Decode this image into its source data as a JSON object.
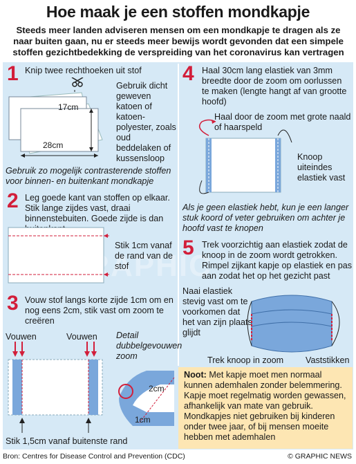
{
  "title": "Hoe maak je een stoffen mondkapje",
  "intro": "Steeds meer landen adviseren mensen om een mondkapje te dragen als ze naar buiten gaan, nu er steeds meer bewijs wordt gevonden dat een simpele stoffen gezichtbedekking de verspreiding van het coronavirus kan vertragen",
  "step1": {
    "num": "1",
    "text": "Knip twee rechthoeken uit stof",
    "dim_h": "17cm",
    "dim_w": "28cm",
    "side": "Gebruik dicht geweven katoen of katoen-polyester, zoals oud beddelaken of kussensloop",
    "tip": "Gebruik zo mogelijk contrasterende stoffen voor binnen- en buitenkant mondkapje"
  },
  "step2": {
    "num": "2",
    "text": "Leg goede kant van stoffen op elkaar. Stik lange zijdes vast, draai binnenstebuiten. Goede zijde is dan buitenkant",
    "stitch": "Stik 1cm vanaf de rand van de stof"
  },
  "step3": {
    "num": "3",
    "text": "Vouw stof langs korte zijde 1cm om en nog eens 2cm, stik vast om zoom te creëren",
    "fold_left": "Vouwen",
    "fold_right": "Vouwen",
    "detail": "Detail dubbelgevouwen zoom",
    "d2": "2cm",
    "d1": "1cm",
    "bottom": "Stik 1,5cm vanaf buitenste rand"
  },
  "step4": {
    "num": "4",
    "text": "Haal 30cm lang elastiek van 3mm breedte door de zoom om oorlussen te maken (lengte hangt af van grootte hoofd)",
    "pin": "Haal door de zoom met grote naald of haarspeld",
    "knot": "Knoop uiteindes elastiek vast",
    "tip": "Als je geen elastiek hebt, kun je een langer stuk koord of veter gebruiken om achter je hoofd vast te knopen"
  },
  "step5": {
    "num": "5",
    "text": "Trek voorzichtig aan elastiek zodat de knoop in de zoom wordt getrokken. Rimpel zijkant kapje op elastiek en pas aan zodat het op het gezicht past",
    "sew": "Naai elastiek stevig vast om te voorkomen dat het van zijn plaats glijdt",
    "pull": "Trek knoop in zoom",
    "stitch": "Vaststikken"
  },
  "note": {
    "label": "Noot:",
    "text": "Met kapje moet men normaal kunnen ademhalen zonder belemmering. Kapje moet regelmatig worden gewassen, afhankelijk van mate van gebruik. Mondkapjes niet gebruiken bij kinderen onder twee jaar, of bij mensen moeite hebben met ademhalen"
  },
  "source": "Bron: Centres for Disease Control and Prevention (CDC)",
  "credit": "© GRAPHIC NEWS",
  "watermark": "GRAPHIC",
  "colors": {
    "panel": "#d6e9f6",
    "accent": "#d21e3a",
    "note": "#fde6b3",
    "mask": "#7aa7db"
  }
}
